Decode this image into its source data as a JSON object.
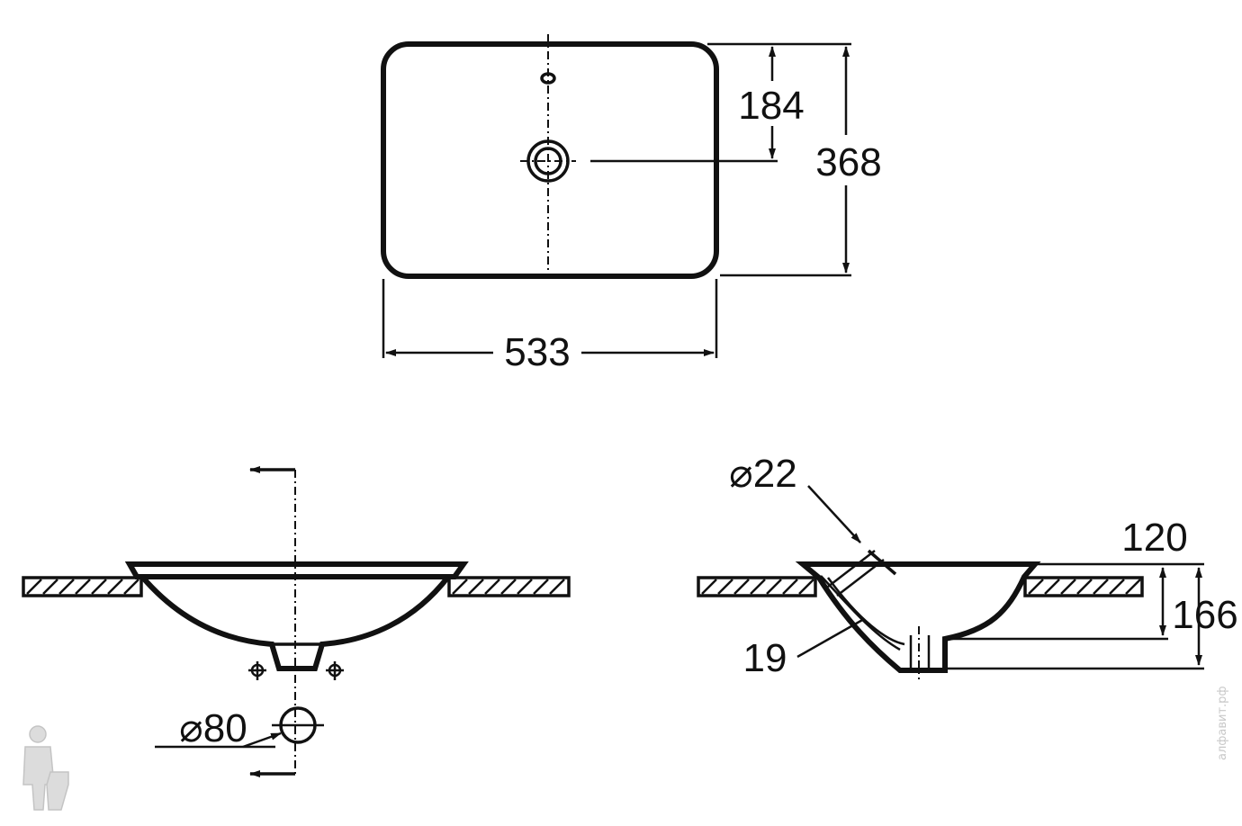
{
  "dimensions": {
    "width": "533",
    "depth": "368",
    "drain_offset": "184",
    "drain_diameter": "⌀80",
    "overflow_diameter": "⌀22",
    "wall_thickness": "19",
    "bowl_depth": "120",
    "overall_height": "166"
  },
  "watermark": {
    "text": "алфавит.рф"
  },
  "colors": {
    "line": "#111111",
    "background": "#ffffff",
    "watermark": "#c8c8c8"
  }
}
